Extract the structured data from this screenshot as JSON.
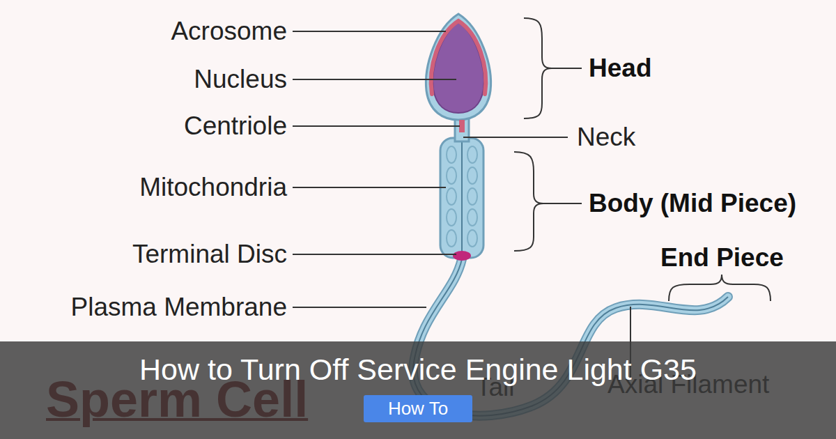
{
  "diagram": {
    "title": "Sperm Cell",
    "nodes": [
      {
        "text": [
          "How to Turn Off Service Engine Light G35"
        ]
      },
      {
        "text": [
          "How To"
        ],
        "in": 0
      }
    ],
    "labels": [
      "Acrosome",
      "Nucleus",
      "Centriole",
      "Mitochondria",
      "Terminal Disc",
      "Plasma Membrane",
      "Head",
      "Neck",
      "Body (Mid Piece)",
      "End Piece",
      "Tail",
      "Axial Filament"
    ]
  }
}
